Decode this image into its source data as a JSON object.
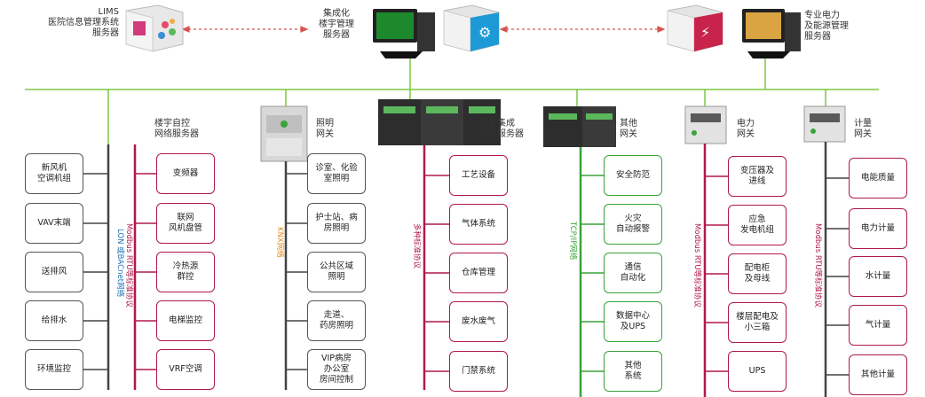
{
  "servers": {
    "lims": "LIMS\n医院信息管理系统\n服务器",
    "bms": "集成化\n楼宇管理\n服务器",
    "power": "专业电力\n及能源管理\n服务器"
  },
  "columns": {
    "c1": {
      "boxes": [
        "新风机\n空调机组",
        "VAV末端",
        "送排风",
        "给排水",
        "环境监控"
      ]
    },
    "c2": {
      "title": "楼宇自控\n网络服务器",
      "protocol_a": "Modbus RTU等标准协议",
      "protocol_b": "LON 或BACnet网络",
      "boxes": [
        "变频器",
        "联网\n风机盘管",
        "冷热源\n群控",
        "电梯监控",
        "VRF空调"
      ]
    },
    "c3": {
      "title": "照明\n网关",
      "protocol": "KNX网络",
      "boxes": [
        "诊室、化验\n室照明",
        "护士站、病\n房照明",
        "公共区域\n照明",
        "走道、\n药房照明",
        "VIP病房\n办公室\n房间控制"
      ]
    },
    "c4": {
      "title": "设备集成\n网络服务器",
      "protocol": "多种标准协议",
      "boxes": [
        "工艺设备",
        "气体系统",
        "仓库管理",
        "废水废气",
        "门禁系统"
      ]
    },
    "c5": {
      "title": "其他\n网关",
      "protocol": "TCP/IP网络",
      "boxes": [
        "安全防范",
        "火灾\n自动报警",
        "通信\n自动化",
        "数据中心\n及UPS",
        "其他\n系统"
      ]
    },
    "c6": {
      "title": "电力\n网关",
      "protocol": "Modbus RTU等标准协议",
      "boxes": [
        "变压器及\n进线",
        "应急\n发电机组",
        "配电柜\n及母线",
        "楼层配电及\n小三箱",
        "UPS"
      ]
    },
    "c7": {
      "title": "计量\n网关",
      "protocol": "Modbus RTU等标准协议",
      "boxes": [
        "电能质量",
        "电力计量",
        "水计量",
        "气计量",
        "其他计量"
      ]
    }
  },
  "colors": {
    "bus": "#7ac943",
    "pink": "#b0184e",
    "green": "#3aa23a",
    "dark": "#444444",
    "link": "#d9534f",
    "knx": "#e08a1e",
    "lon": "#1f6fb5"
  }
}
